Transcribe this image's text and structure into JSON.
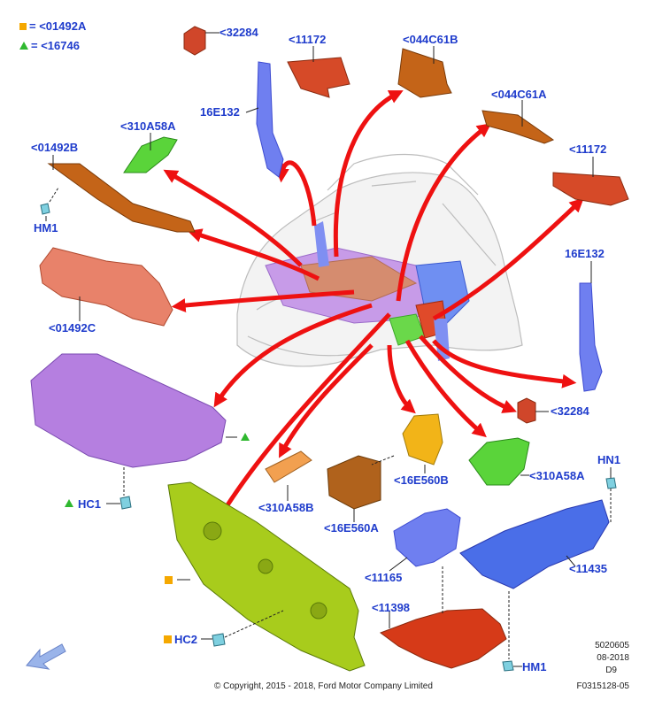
{
  "legend": [
    {
      "symbol": "square",
      "color": "#f5a800",
      "text": "= <01492A"
    },
    {
      "symbol": "triangle",
      "color": "#2fb82f",
      "text": "= <16746"
    }
  ],
  "callouts": {
    "c32284_top": "<32284",
    "c11172_top": "<11172",
    "c044C61B": "<044C61B",
    "c044C61A": "<044C61A",
    "c310A58A_top": "<310A58A",
    "c16E132_left": "16E132",
    "c01492B": "<01492B",
    "cHM1_left": "HM1",
    "c11172_right": "<11172",
    "c16E132_right": "16E132",
    "c01492C": "<01492C",
    "c32284_right": "<32284",
    "cHC1": "HC1",
    "c16E560B": "<16E560B",
    "c310A58A_right": "<310A58A",
    "c310A58B": "<310A58B",
    "c16E560A": "<16E560A",
    "cHN1": "HN1",
    "c11165": "<11165",
    "c11435": "<11435",
    "c11398": "<11398",
    "cHC2": "HC2",
    "cHM1_bottom": "HM1"
  },
  "footer": {
    "copyright": "© Copyright, 2015 - 2018, Ford Motor Company Limited",
    "code1": "5020605",
    "date": "08-2018",
    "code2": "D9",
    "figure_id": "F0315128-05"
  },
  "colors": {
    "label_blue": "#1f3ccc",
    "arrow_red": "#ee1111",
    "purple_part": "#b57fe0",
    "lime_part": "#a8cc1c",
    "blue_part": "#4a6ee8",
    "orange_part": "#c46418",
    "red_part": "#d64a28",
    "green_part": "#5ad43a",
    "yellow_part": "#f2b418"
  }
}
